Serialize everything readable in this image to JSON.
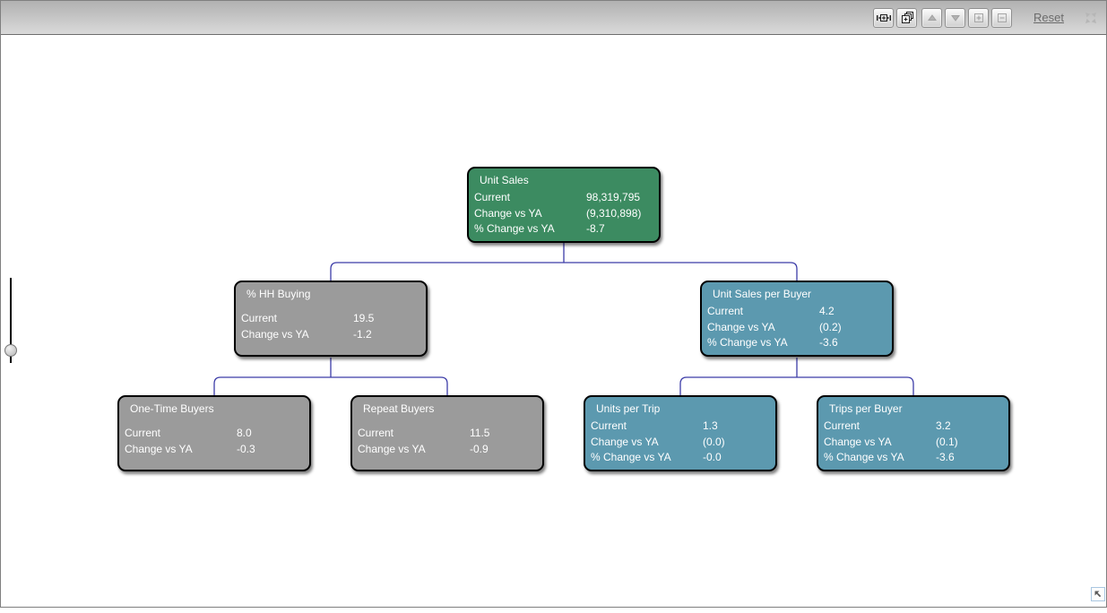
{
  "toolbar": {
    "reset_label": "Reset",
    "buttons": [
      {
        "name": "fit-width",
        "icon": "fit-width-icon",
        "enabled": true
      },
      {
        "name": "expand-all-levels",
        "icon": "stacked-windows-plus-icon",
        "enabled": true
      },
      {
        "name": "move-up",
        "icon": "triangle-up-icon",
        "enabled": false
      },
      {
        "name": "move-down",
        "icon": "triangle-down-icon",
        "enabled": false
      },
      {
        "name": "expand-node",
        "icon": "plus-box-icon",
        "enabled": false
      },
      {
        "name": "collapse-node",
        "icon": "minus-box-icon",
        "enabled": false
      },
      {
        "name": "collapse-corners",
        "icon": "corner-arrows-icon",
        "enabled": false
      }
    ]
  },
  "colors": {
    "node_green": "#3C8B61",
    "node_gray": "#9B9B9B",
    "node_blue": "#5C99AF",
    "connector": "#3C3CA8",
    "toolbar_top": "#B1B1B1",
    "toolbar_bottom": "#DADADA"
  },
  "tree": {
    "nodes": [
      {
        "title": "Unit Sales",
        "color": "#3C8B61",
        "rows": [
          {
            "label": "Current",
            "value": "98,319,795"
          },
          {
            "label": "Change vs YA",
            "value": "(9,310,898)"
          },
          {
            "label": "% Change vs YA",
            "value": "-8.7"
          }
        ]
      },
      {
        "title": "% HH Buying",
        "color": "#9B9B9B",
        "rows": [
          {
            "label": "Current",
            "value": "19.5"
          },
          {
            "label": "Change vs YA",
            "value": "-1.2"
          }
        ]
      },
      {
        "title": "Unit Sales per Buyer",
        "color": "#5C99AF",
        "rows": [
          {
            "label": "Current",
            "value": "4.2"
          },
          {
            "label": "Change vs YA",
            "value": "(0.2)"
          },
          {
            "label": "% Change vs YA",
            "value": "-3.6"
          }
        ]
      },
      {
        "title": "One-Time Buyers",
        "color": "#9B9B9B",
        "rows": [
          {
            "label": "Current",
            "value": "8.0"
          },
          {
            "label": "Change vs YA",
            "value": "-0.3"
          }
        ]
      },
      {
        "title": "Repeat Buyers",
        "color": "#9B9B9B",
        "rows": [
          {
            "label": "Current",
            "value": "11.5"
          },
          {
            "label": "Change vs YA",
            "value": "-0.9"
          }
        ]
      },
      {
        "title": "Units per Trip",
        "color": "#5C99AF",
        "rows": [
          {
            "label": "Current",
            "value": "1.3"
          },
          {
            "label": "Change vs YA",
            "value": "(0.0)"
          },
          {
            "label": "% Change vs YA",
            "value": "-0.0"
          }
        ]
      },
      {
        "title": "Trips per Buyer",
        "color": "#5C99AF",
        "rows": [
          {
            "label": "Current",
            "value": "3.2"
          },
          {
            "label": "Change vs YA",
            "value": "(0.1)"
          },
          {
            "label": "% Change vs YA",
            "value": "-3.6"
          }
        ]
      }
    ]
  }
}
